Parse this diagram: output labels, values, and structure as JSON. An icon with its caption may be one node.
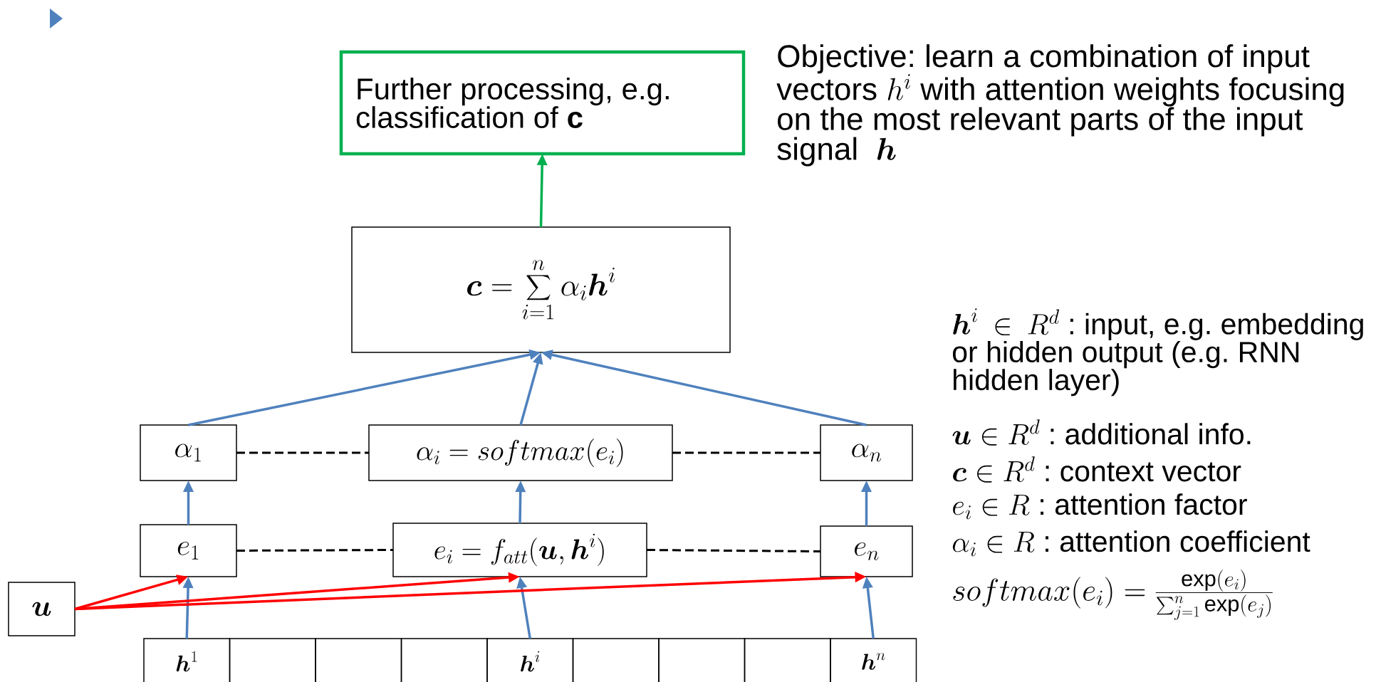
{
  "diagram": {
    "nodes": [
      {
        "text": [
          "Further processing, e.g. classification of **c**"
        ]
      },
      {
        "text": [
          "\\boldsymbol{c} = \\sum_{i=1}^{n} \\alpha_i \\boldsymbol{h}^i"
        ]
      },
      {
        "text": [
          "\\alpha_1"
        ]
      },
      {
        "text": [
          "\\alpha_i = softmax(e_i)"
        ]
      },
      {
        "text": [
          "\\alpha_n"
        ]
      },
      {
        "text": [
          "e_1"
        ]
      },
      {
        "text": [
          "e_i = f_{att}(\\boldsymbol{u}, \\boldsymbol{h}^i)"
        ]
      },
      {
        "text": [
          "e_n"
        ]
      },
      {
        "text": [
          "\\boldsymbol{u}"
        ]
      },
      {
        "text": [
          "\\boldsymbol{h}^1"
        ]
      },
      {
        "text": [],
        "shape": "box"
      },
      {
        "text": [],
        "shape": "box"
      },
      {
        "text": [],
        "shape": "box"
      },
      {
        "text": [
          "\\boldsymbol{h}^i"
        ]
      },
      {
        "text": [],
        "shape": "box"
      },
      {
        "text": [],
        "shape": "box"
      },
      {
        "text": [],
        "shape": "box"
      },
      {
        "text": [
          "\\boldsymbol{h}^n"
        ]
      }
    ],
    "edges": [
      {
        "from": 9,
        "to": 5,
        "arrow": "to"
      },
      {
        "from": 13,
        "to": 6,
        "arrow": "to"
      },
      {
        "from": 17,
        "to": 7,
        "arrow": "to"
      },
      {
        "from": 5,
        "to": 2,
        "arrow": "to"
      },
      {
        "from": 6,
        "to": 3,
        "arrow": "to"
      },
      {
        "from": 7,
        "to": 4,
        "arrow": "to"
      },
      {
        "from": 2,
        "to": 1,
        "arrow": "to"
      },
      {
        "from": 3,
        "to": 1,
        "arrow": "to"
      },
      {
        "from": 4,
        "to": 1,
        "arrow": "to"
      },
      {
        "from": 1,
        "to": 0,
        "arrow": "to",
        "color": "#00b050"
      },
      {
        "from": 8,
        "to": 5,
        "arrow": "to",
        "color": "#ff0000"
      },
      {
        "from": 8,
        "to": 6,
        "arrow": "to",
        "color": "#ff0000"
      },
      {
        "from": 8,
        "to": 7,
        "arrow": "to",
        "color": "#ff0000"
      },
      {
        "from": 2,
        "to": 3,
        "arrow": "none",
        "style": "dashed",
        "color": "#000000"
      },
      {
        "from": 3,
        "to": 4,
        "arrow": "none",
        "style": "dashed",
        "color": "#000000"
      },
      {
        "from": 5,
        "to": 6,
        "arrow": "none",
        "style": "dashed",
        "color": "#000000"
      },
      {
        "from": 6,
        "to": 7,
        "arrow": "none",
        "style": "dashed",
        "color": "#000000"
      }
    ],
    "labels": [
      "Objective: learn a combination of input vectors",
      "h^i",
      "with attention weights focusing on the most relevant parts of the input signal",
      "\\;\\boldsymbol{h}",
      "\\boldsymbol{h}^i \\in R^d",
      ": input, e.g. embedding or hidden output (e.g. RNN hidden layer)",
      "\\boldsymbol{u} \\in R^d",
      ": additional info.",
      "\\boldsymbol{c} \\in R^d",
      ": context vector",
      "e_i \\in R",
      ": attention factor",
      "\\alpha_i \\in R",
      ": attention coefficient",
      "softmax(e_i) = \\frac{\\exp(e_i)}{\\sum_{j=1}^n \\exp(e_j)}"
    ]
  }
}
